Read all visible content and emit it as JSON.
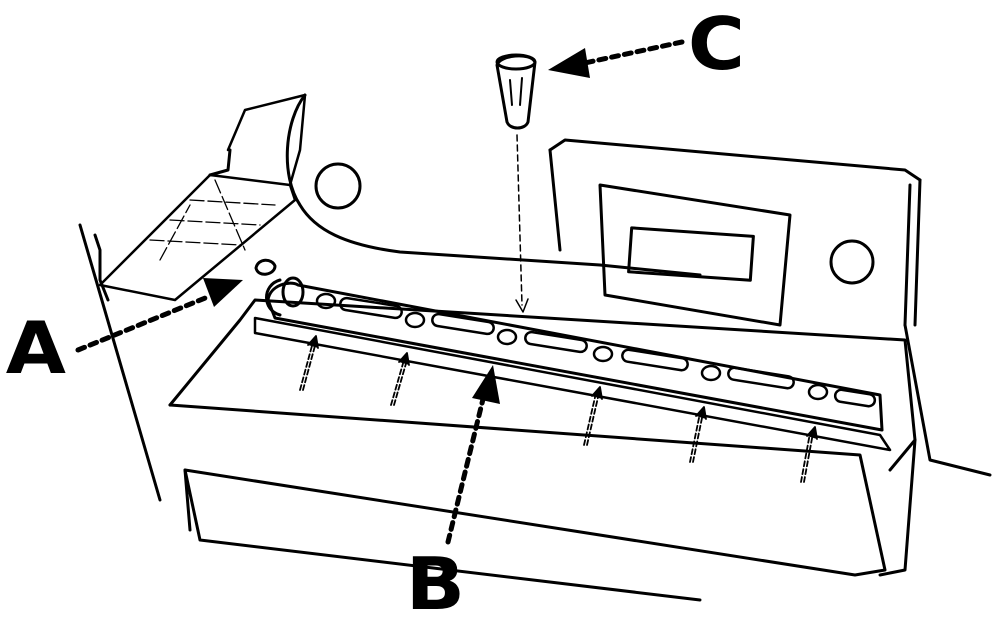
{
  "labels": {
    "a": "A",
    "b": "B",
    "c": "C"
  },
  "colors": {
    "line": "#000000",
    "fill": "#ffffff"
  }
}
